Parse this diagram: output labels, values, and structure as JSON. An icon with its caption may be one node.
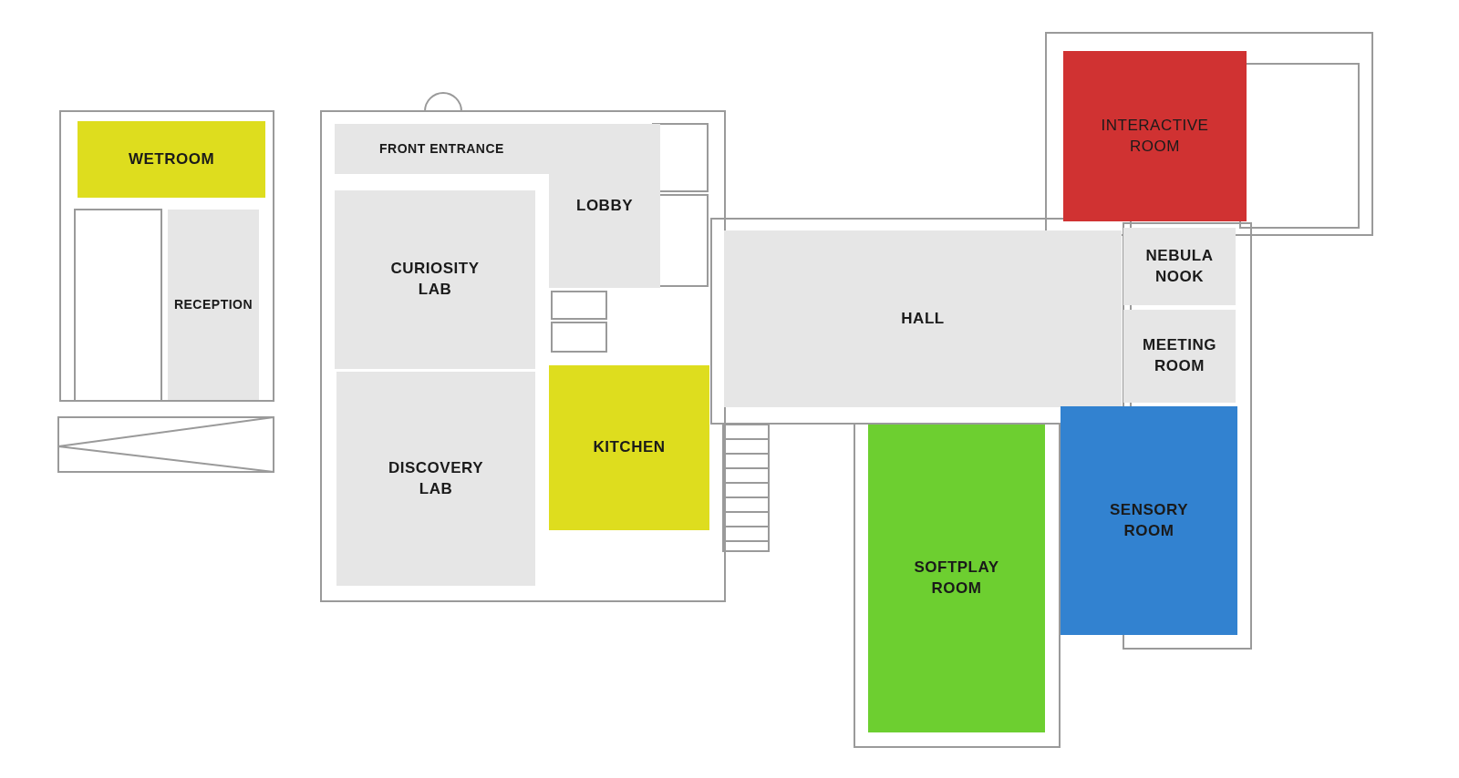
{
  "diagram": {
    "nodes": [
      {
        "text": [
          "WETROOM"
        ]
      },
      {
        "text": [
          "FRONT ENTRANCE"
        ]
      },
      {
        "text": [
          "LOBBY"
        ]
      },
      {
        "text": [
          "CURIOSITY LAB"
        ]
      },
      {
        "text": [
          "RECEPTION"
        ]
      },
      {
        "text": [
          "INTERACTIVE ROOM"
        ]
      },
      {
        "text": [
          "NEBULA NOOK"
        ]
      },
      {
        "text": [
          "HALL"
        ]
      },
      {
        "text": [
          "MEETING ROOM"
        ]
      },
      {
        "text": [
          "KITCHEN"
        ]
      },
      {
        "text": [
          "DISCOVERY LAB"
        ]
      },
      {
        "text": [
          "SOFTPLAY ROOM"
        ]
      },
      {
        "text": [
          "SENSORY ROOM"
        ]
      }
    ]
  }
}
